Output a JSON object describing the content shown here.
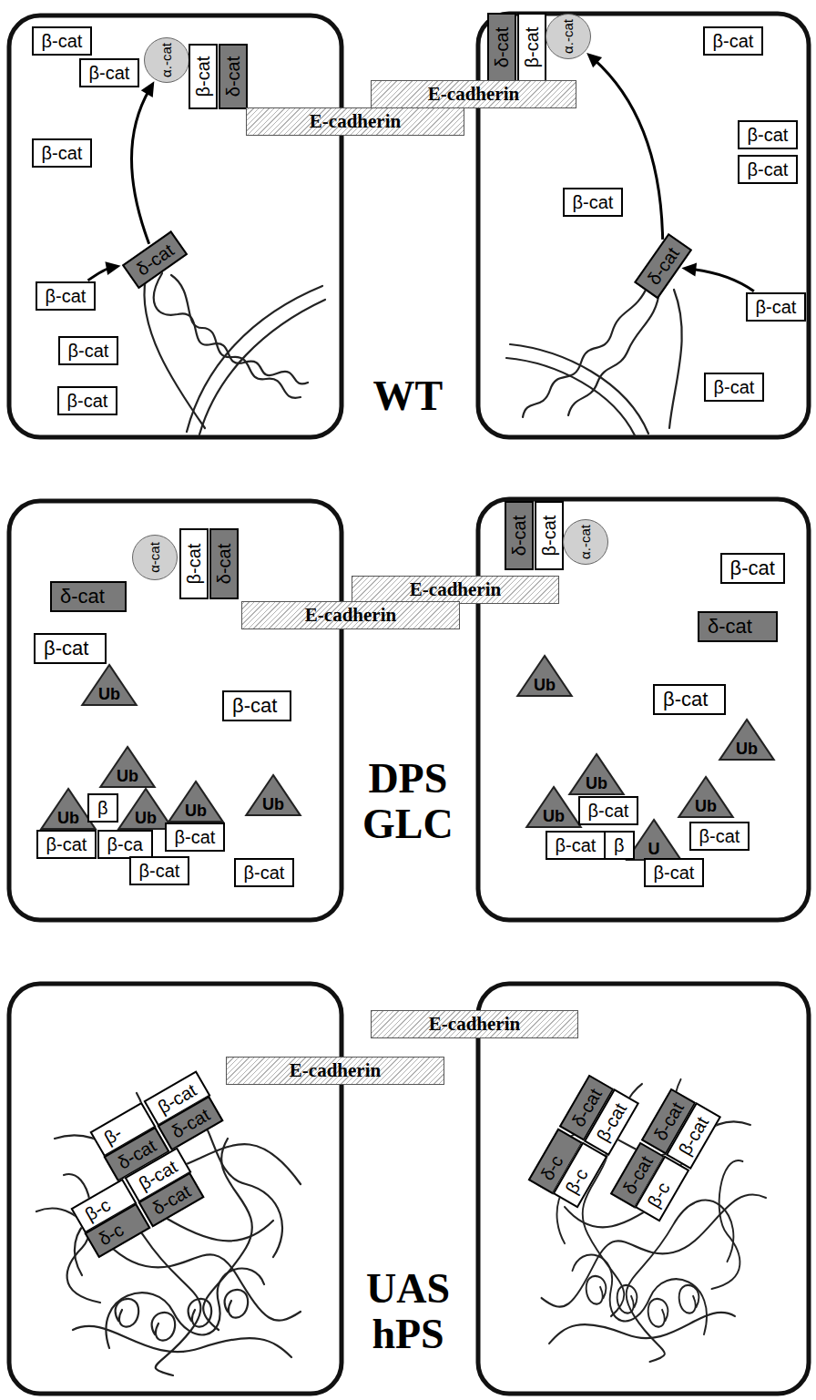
{
  "diagram": {
    "nodes": [
      {
        "text": [
          "β-cat"
        ]
      },
      {
        "text": [
          "α.-cat"
        ]
      },
      {
        "text": [
          "β-cat"
        ]
      },
      {
        "text": [
          "δ-cat"
        ]
      },
      {
        "text": [
          "δ-cat"
        ]
      },
      {
        "text": [
          "β-cat"
        ]
      },
      {
        "text": [
          "α.-cat"
        ]
      },
      {
        "text": [
          "β-cat"
        ]
      },
      {
        "text": [
          "β-cat"
        ]
      },
      {
        "text": [
          "E-cadherin"
        ]
      },
      {
        "text": [
          "E-cadherin"
        ]
      },
      {
        "text": [
          "β-cat"
        ]
      },
      {
        "text": [
          "β-cat"
        ]
      },
      {
        "text": [
          "β-cat"
        ]
      },
      {
        "text": [
          "β-cat"
        ]
      },
      {
        "text": [
          "δ-cat"
        ]
      },
      {
        "text": [
          "δ-cat"
        ]
      },
      {
        "text": [
          "β-cat"
        ]
      },
      {
        "text": [
          "β-cat"
        ]
      },
      {
        "text": [
          "β-cat"
        ]
      },
      {
        "text": [
          "β-cat"
        ]
      },
      {
        "text": [
          "β-cat"
        ]
      },
      {
        "text": [
          "α-cat"
        ]
      },
      {
        "text": [
          "β-cat"
        ]
      },
      {
        "text": [
          "δ-cat"
        ]
      },
      {
        "text": [
          "δ-cat"
        ]
      },
      {
        "text": [
          "β-cat"
        ]
      },
      {
        "text": [
          "α.-cat"
        ]
      },
      {
        "text": [
          "β-cat"
        ]
      },
      {
        "text": [
          "E-cadherin"
        ]
      },
      {
        "text": [
          "δ-cat"
        ]
      },
      {
        "text": [
          "E-cadherin"
        ]
      },
      {
        "text": [
          "δ-cat"
        ]
      },
      {
        "text": [
          "β-cat"
        ]
      },
      {
        "text": [
          "Ub"
        ]
      },
      {
        "text": [
          "Ub"
        ]
      },
      {
        "text": [
          "β-cat"
        ]
      },
      {
        "text": [
          "β-cat"
        ]
      },
      {
        "text": [
          "Ub"
        ]
      },
      {
        "text": [
          "Ub"
        ]
      },
      {
        "text": [
          "Ub"
        ]
      },
      {
        "text": [
          "Ub"
        ]
      },
      {
        "text": [
          "β"
        ]
      },
      {
        "text": [
          "Ub"
        ]
      },
      {
        "text": [
          "Ub"
        ]
      },
      {
        "text": [
          "β-cat"
        ]
      },
      {
        "text": [
          "β-cat"
        ]
      },
      {
        "text": [
          "β-ca"
        ]
      },
      {
        "text": [
          "β-cat"
        ]
      },
      {
        "text": [
          "β-cat"
        ]
      },
      {
        "text": [
          "Ub"
        ]
      },
      {
        "text": [
          "Ub"
        ]
      },
      {
        "text": [
          "Ub"
        ]
      },
      {
        "text": [
          "β-cat"
        ]
      },
      {
        "text": [
          "β-cat"
        ]
      },
      {
        "text": [
          "U"
        ]
      },
      {
        "text": [
          "β-cat"
        ]
      },
      {
        "text": [
          "β"
        ]
      },
      {
        "text": [
          "β-cat"
        ]
      },
      {
        "text": [
          "E-cadherin"
        ]
      },
      {
        "text": [
          "E-cadherin"
        ]
      },
      {
        "text": [
          "β-cat"
        ]
      },
      {
        "text": [
          "β-"
        ]
      },
      {
        "text": [
          "δ-cat"
        ]
      },
      {
        "text": [
          "δ-cat"
        ]
      },
      {
        "text": [
          "β-cat"
        ]
      },
      {
        "text": [
          "β-c"
        ]
      },
      {
        "text": [
          "δ-cat"
        ]
      },
      {
        "text": [
          "δ-c"
        ]
      },
      {
        "text": [
          "δ-cat"
        ]
      },
      {
        "text": [
          "β-cat"
        ]
      },
      {
        "text": [
          "δ-cat"
        ]
      },
      {
        "text": [
          "β-cat"
        ]
      },
      {
        "text": [
          "δ-c"
        ]
      },
      {
        "text": [
          "β-c"
        ]
      },
      {
        "text": [
          "δ-cat"
        ]
      },
      {
        "text": [
          "β-c"
        ]
      }
    ],
    "edges": [
      {
        "from": 17,
        "to": 15,
        "arrow": "to"
      },
      {
        "from": 15,
        "to": 1,
        "arrow": "to"
      },
      {
        "from": 18,
        "to": 16,
        "arrow": "to"
      },
      {
        "from": 16,
        "to": 6,
        "arrow": "to"
      }
    ],
    "labels": [
      "WT",
      "DPS GLC",
      "UAS hPS"
    ]
  }
}
